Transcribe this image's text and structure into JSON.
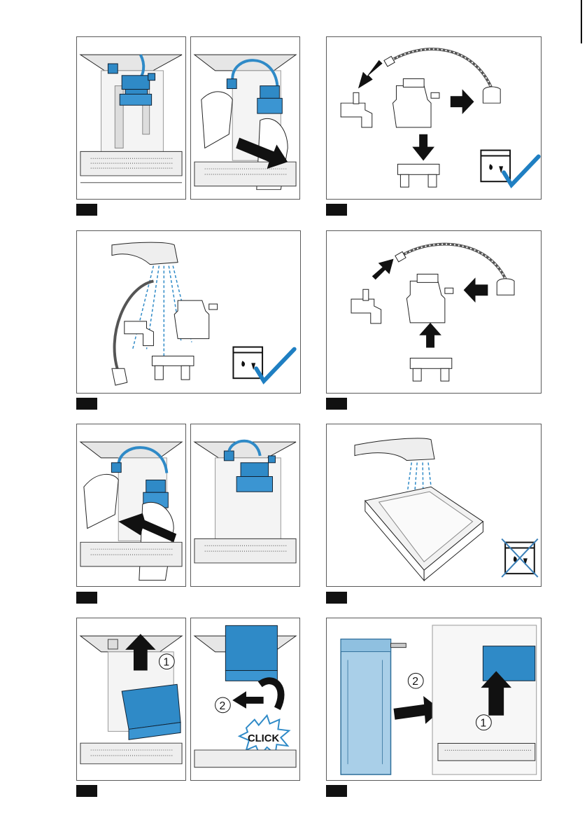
{
  "page": {
    "steps": [
      {
        "id": "1"
      },
      {
        "id": "2"
      },
      {
        "id": "3"
      },
      {
        "id": "4"
      },
      {
        "id": "5"
      },
      {
        "id": "6"
      },
      {
        "id": "7"
      },
      {
        "id": "8"
      }
    ]
  },
  "labels": {
    "click": "CLICK",
    "one": "1",
    "two": "2"
  },
  "colors": {
    "accent_blue": "#2f8ac7",
    "light_blue": "#a9cfe8",
    "check_blue": "#1f7fc2",
    "cross_blue": "#3a7fb8",
    "outline": "#222222",
    "grey": "#b7b7b7",
    "light_grey": "#e6e6e6",
    "arrow_black": "#111111"
  },
  "icons": [
    "dishwasher-safe-icon",
    "checkmark-icon",
    "not-dishwasher-safe-icon",
    "arrow-icon",
    "hand-icon",
    "water-tap-icon",
    "click-burst-icon"
  ]
}
